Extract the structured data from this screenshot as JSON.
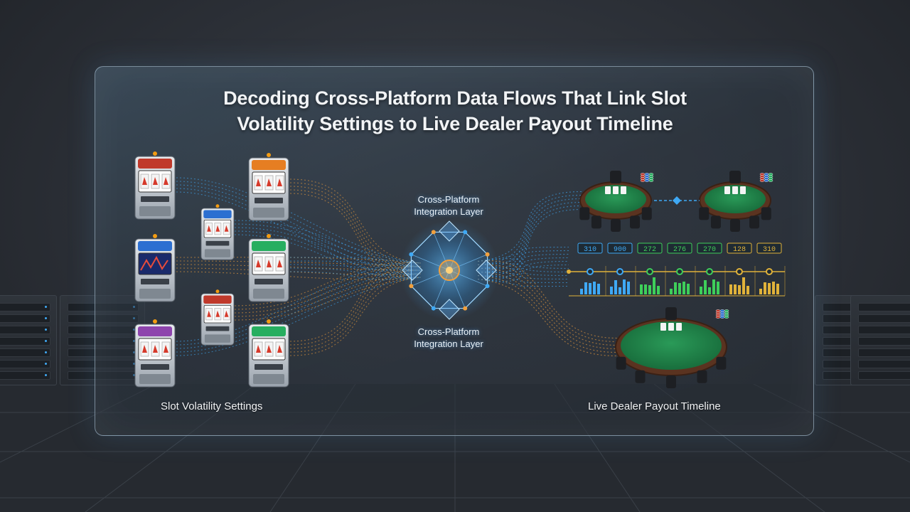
{
  "title": {
    "line1": "Decoding Cross-Platform Data Flows That Link Slot",
    "line2": "Volatility Settings to Live Dealer Payout Timeline"
  },
  "left_label": "Slot Volatility Settings",
  "right_label": "Live Dealer Payout Timeline",
  "hub": {
    "label_top": [
      "Cross-Platform",
      "Integration Layer"
    ],
    "label_bottom": [
      "Cross-Platform",
      "Integration Layer"
    ]
  },
  "payout_values": [
    "310",
    "900",
    "272",
    "276",
    "270",
    "128",
    "310"
  ],
  "colors": {
    "flow_blue": "#3fa9f5",
    "flow_orange": "#f2a03d",
    "table_felt": "#1f7a45",
    "value_green": "#3ecf5a",
    "value_gold": "#e0b23a"
  }
}
